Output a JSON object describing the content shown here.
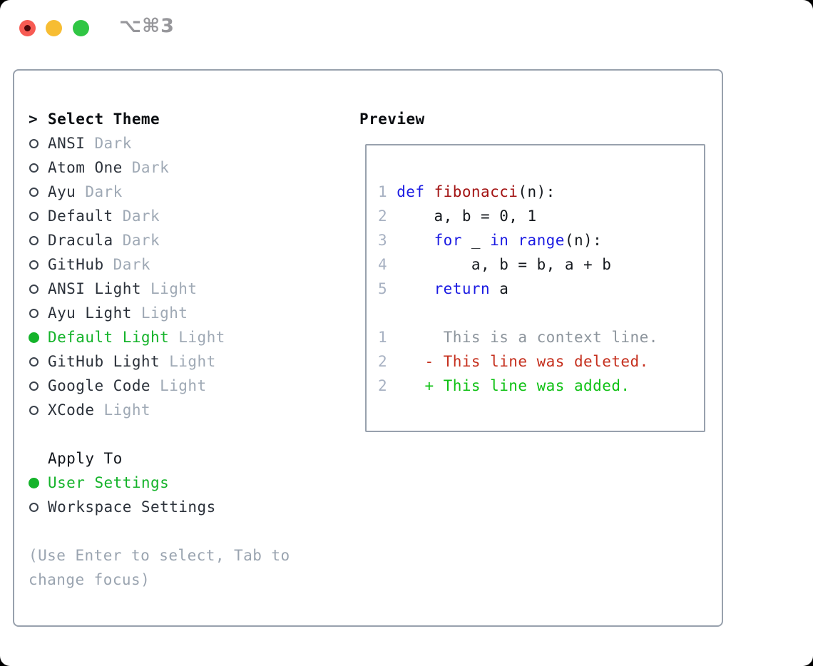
{
  "titlebar": {
    "shortcut": "⌥⌘3"
  },
  "colors": {
    "accent_green": "#14b32a",
    "keyword_blue": "#1b1be2",
    "function_red": "#a31414",
    "diff_deleted_red": "#c52f1d",
    "diff_added_green": "#0ec113",
    "muted_gray": "#9fa9b5",
    "border_gray": "#98a1ad",
    "traffic_close": "#f75b53",
    "traffic_min": "#f7bd33",
    "traffic_max": "#30c644"
  },
  "theme_selector": {
    "header_marker": ">",
    "header": "Select Theme",
    "items": [
      {
        "name": "ANSI",
        "variant": "Dark",
        "selected": false
      },
      {
        "name": "Atom One",
        "variant": "Dark",
        "selected": false
      },
      {
        "name": "Ayu",
        "variant": "Dark",
        "selected": false
      },
      {
        "name": "Default",
        "variant": "Dark",
        "selected": false
      },
      {
        "name": "Dracula",
        "variant": "Dark",
        "selected": false
      },
      {
        "name": "GitHub",
        "variant": "Dark",
        "selected": false
      },
      {
        "name": "ANSI Light",
        "variant": "Light",
        "selected": false
      },
      {
        "name": "Ayu Light",
        "variant": "Light",
        "selected": false
      },
      {
        "name": "Default Light",
        "variant": "Light",
        "selected": true
      },
      {
        "name": "GitHub Light",
        "variant": "Light",
        "selected": false
      },
      {
        "name": "Google Code",
        "variant": "Light",
        "selected": false
      },
      {
        "name": "XCode",
        "variant": "Light",
        "selected": false
      }
    ]
  },
  "apply_to": {
    "header": "Apply To",
    "options": [
      {
        "label": "User Settings",
        "selected": true
      },
      {
        "label": "Workspace Settings",
        "selected": false
      }
    ]
  },
  "help_text": "(Use Enter to select, Tab to change focus)",
  "preview": {
    "header": "Preview",
    "lines": [
      {
        "num": "1",
        "tokens": [
          [
            " ",
            "plain"
          ],
          [
            "def",
            "kw"
          ],
          [
            " ",
            "plain"
          ],
          [
            "fibonacci",
            "fn"
          ],
          [
            "(n):",
            "plain"
          ]
        ]
      },
      {
        "num": "2",
        "tokens": [
          [
            "     a, b = 0, 1",
            "plain"
          ]
        ]
      },
      {
        "num": "3",
        "tokens": [
          [
            "     ",
            "plain"
          ],
          [
            "for",
            "kw"
          ],
          [
            " _ ",
            "plain"
          ],
          [
            "in",
            "kw"
          ],
          [
            " ",
            "plain"
          ],
          [
            "range",
            "kw"
          ],
          [
            "(n):",
            "plain"
          ]
        ]
      },
      {
        "num": "4",
        "tokens": [
          [
            "         a, b = b, a + b",
            "plain"
          ]
        ]
      },
      {
        "num": "5",
        "tokens": [
          [
            "     ",
            "plain"
          ],
          [
            "return",
            "kw"
          ],
          [
            " a",
            "plain"
          ]
        ]
      },
      {
        "num": " ",
        "tokens": []
      },
      {
        "num": "1",
        "tokens": [
          [
            "      This is a context line.",
            "ctx"
          ]
        ]
      },
      {
        "num": "2",
        "tokens": [
          [
            "    - This line was deleted.",
            "del"
          ]
        ]
      },
      {
        "num": "2",
        "tokens": [
          [
            "    + This line was added.",
            "add"
          ]
        ]
      }
    ]
  }
}
